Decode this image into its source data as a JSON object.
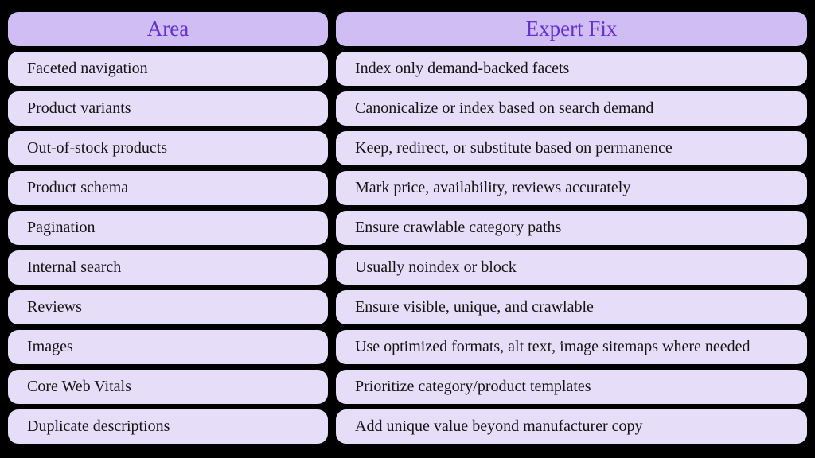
{
  "colors": {
    "background": "#000000",
    "header_fill": "#cfbdf3",
    "cell_fill": "#e6def8",
    "header_text": "#6431d2",
    "body_text": "#141414"
  },
  "chart_data": {
    "type": "table",
    "title": "",
    "columns": [
      "Area",
      "Expert Fix"
    ],
    "rows": [
      [
        "Faceted navigation",
        "Index only demand-backed facets"
      ],
      [
        "Product variants",
        "Canonicalize or index based on search demand"
      ],
      [
        "Out-of-stock products",
        "Keep, redirect, or substitute based on permanence"
      ],
      [
        "Product schema",
        "Mark price, availability, reviews accurately"
      ],
      [
        "Pagination",
        "Ensure crawlable category paths"
      ],
      [
        "Internal search",
        "Usually noindex or block"
      ],
      [
        "Reviews",
        "Ensure visible, unique, and crawlable"
      ],
      [
        "Images",
        "Use optimized formats, alt text, image sitemaps where needed"
      ],
      [
        "Core Web Vitals",
        "Prioritize category/product templates"
      ],
      [
        "Duplicate descriptions",
        "Add unique value beyond manufacturer copy"
      ]
    ]
  },
  "table": {
    "columns": [
      {
        "header": "Area"
      },
      {
        "header": "Expert Fix"
      }
    ],
    "rows": [
      {
        "area": "Faceted navigation",
        "fix": "Index only demand-backed facets"
      },
      {
        "area": "Product variants",
        "fix": "Canonicalize or index based on search demand"
      },
      {
        "area": "Out-of-stock products",
        "fix": "Keep, redirect, or substitute based on permanence"
      },
      {
        "area": "Product schema",
        "fix": "Mark price, availability, reviews accurately"
      },
      {
        "area": "Pagination",
        "fix": "Ensure crawlable category paths"
      },
      {
        "area": "Internal search",
        "fix": "Usually noindex or block"
      },
      {
        "area": "Reviews",
        "fix": "Ensure visible, unique, and crawlable"
      },
      {
        "area": "Images",
        "fix": "Use optimized formats, alt text, image sitemaps where needed"
      },
      {
        "area": "Core Web Vitals",
        "fix": "Prioritize category/product templates"
      },
      {
        "area": "Duplicate descriptions",
        "fix": "Add unique value beyond manufacturer copy"
      }
    ]
  }
}
